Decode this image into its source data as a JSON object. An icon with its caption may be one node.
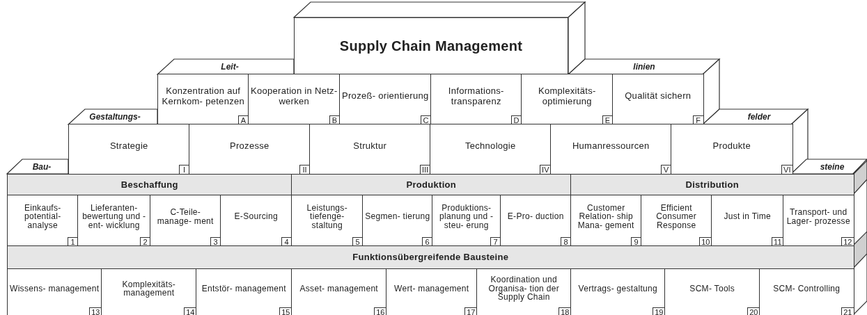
{
  "diagram": {
    "nodes": [
      {
        "text": [
          "Supply Chain Management"
        ]
      },
      {
        "text": [
          "Konzentration auf Kernkom- petenzen",
          "A"
        ]
      },
      {
        "text": [
          "Kooperation in Netz- werken",
          "B"
        ]
      },
      {
        "text": [
          "Prozeß- orientierung",
          "C"
        ]
      },
      {
        "text": [
          "Informations- transparenz",
          "D"
        ]
      },
      {
        "text": [
          "Komplexitäts- optimierung",
          "E"
        ]
      },
      {
        "text": [
          "Qualität sichern",
          "F"
        ]
      },
      {
        "text": [
          "Strategie",
          "I"
        ]
      },
      {
        "text": [
          "Prozesse",
          "II"
        ]
      },
      {
        "text": [
          "Struktur",
          "III"
        ]
      },
      {
        "text": [
          "Technologie",
          "IV"
        ]
      },
      {
        "text": [
          "Humanressourcen",
          "V"
        ]
      },
      {
        "text": [
          "Produkte",
          "VI"
        ]
      },
      {
        "text": [
          "Beschaffung"
        ]
      },
      {
        "text": [
          "Produktion"
        ]
      },
      {
        "text": [
          "Distribution"
        ]
      },
      {
        "text": [
          "Einkaufs- potential- analyse",
          "1"
        ]
      },
      {
        "text": [
          "Lieferanten- bewertung und -ent- wicklung",
          "2"
        ]
      },
      {
        "text": [
          "C-Teile- manage- ment",
          "3"
        ]
      },
      {
        "text": [
          "E-Sourcing",
          "4"
        ]
      },
      {
        "text": [
          "Leistungs- tiefenge- staltung",
          "5"
        ]
      },
      {
        "text": [
          "Segmen- tierung",
          "6"
        ]
      },
      {
        "text": [
          "Produktions- planung und -steu- erung",
          "7"
        ]
      },
      {
        "text": [
          "E-Pro- duction",
          "8"
        ]
      },
      {
        "text": [
          "Customer Relation- ship Mana- gement",
          "9"
        ]
      },
      {
        "text": [
          "Efficient Consumer Response",
          "10"
        ]
      },
      {
        "text": [
          "Just in Time",
          "11"
        ]
      },
      {
        "text": [
          "Transport- und Lager- prozesse",
          "12"
        ]
      },
      {
        "text": [
          "Funktionsübergreifende Bausteine"
        ]
      },
      {
        "text": [
          "Wissens- management",
          "13"
        ]
      },
      {
        "text": [
          "Komplexitäts- management",
          "14"
        ]
      },
      {
        "text": [
          "Entstör- management",
          "15"
        ]
      },
      {
        "text": [
          "Asset- management",
          "16"
        ]
      },
      {
        "text": [
          "Wert- management",
          "17"
        ]
      },
      {
        "text": [
          "Koordination und Organisa- tion der Supply Chain",
          "18"
        ]
      },
      {
        "text": [
          "Vertrags- gestaltung",
          "19"
        ]
      },
      {
        "text": [
          "SCM- Tools",
          "20"
        ]
      },
      {
        "text": [
          "SCM- Controlling",
          "21"
        ]
      }
    ],
    "labels": [
      "Leit-",
      "linien",
      "Gestaltungs-",
      "felder",
      "Bau-",
      "steine"
    ]
  }
}
